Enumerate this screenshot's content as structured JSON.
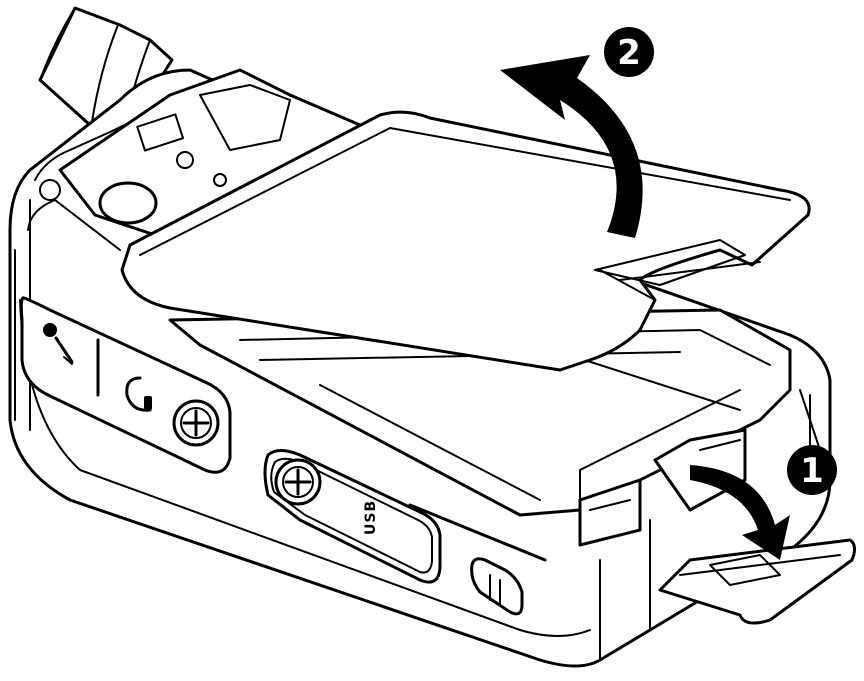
{
  "steps": [
    {
      "number": "1"
    },
    {
      "number": "2"
    }
  ],
  "port_label": "USB",
  "icons": [
    "microphone-icon",
    "headset-icon",
    "screw-icon",
    "arrow-icon"
  ]
}
